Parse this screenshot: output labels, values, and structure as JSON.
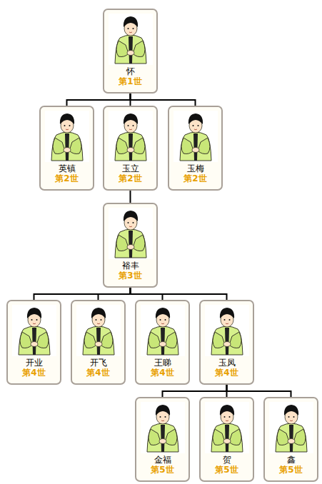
{
  "diagram": {
    "nodes": [
      {
        "text": [
          "怀",
          "第1世"
        ]
      },
      {
        "text": [
          "英镇",
          "第2世"
        ]
      },
      {
        "text": [
          "玉立",
          "第2世"
        ]
      },
      {
        "text": [
          "玉梅",
          "第2世"
        ]
      },
      {
        "text": [
          "裕丰",
          "第3世"
        ]
      },
      {
        "text": [
          "开业",
          "第4世"
        ]
      },
      {
        "text": [
          "开飞",
          "第4世"
        ]
      },
      {
        "text": [
          "王睇",
          "第4世"
        ]
      },
      {
        "text": [
          "玉凤",
          "第4世"
        ]
      },
      {
        "text": [
          "金福",
          "第5世"
        ]
      },
      {
        "text": [
          "贺",
          "第5世"
        ]
      },
      {
        "text": [
          "鑫",
          "第5世"
        ]
      }
    ],
    "edges": [
      {
        "from": 0,
        "to": 1,
        "arrow": "none"
      },
      {
        "from": 0,
        "to": 2,
        "arrow": "none"
      },
      {
        "from": 0,
        "to": 3,
        "arrow": "none"
      },
      {
        "from": 2,
        "to": 4,
        "arrow": "none"
      },
      {
        "from": 4,
        "to": 5,
        "arrow": "none"
      },
      {
        "from": 4,
        "to": 6,
        "arrow": "none"
      },
      {
        "from": 4,
        "to": 7,
        "arrow": "none"
      },
      {
        "from": 4,
        "to": 8,
        "arrow": "none"
      },
      {
        "from": 8,
        "to": 9,
        "arrow": "none"
      },
      {
        "from": 8,
        "to": 10,
        "arrow": "none"
      },
      {
        "from": 8,
        "to": 11,
        "arrow": "none"
      }
    ]
  }
}
